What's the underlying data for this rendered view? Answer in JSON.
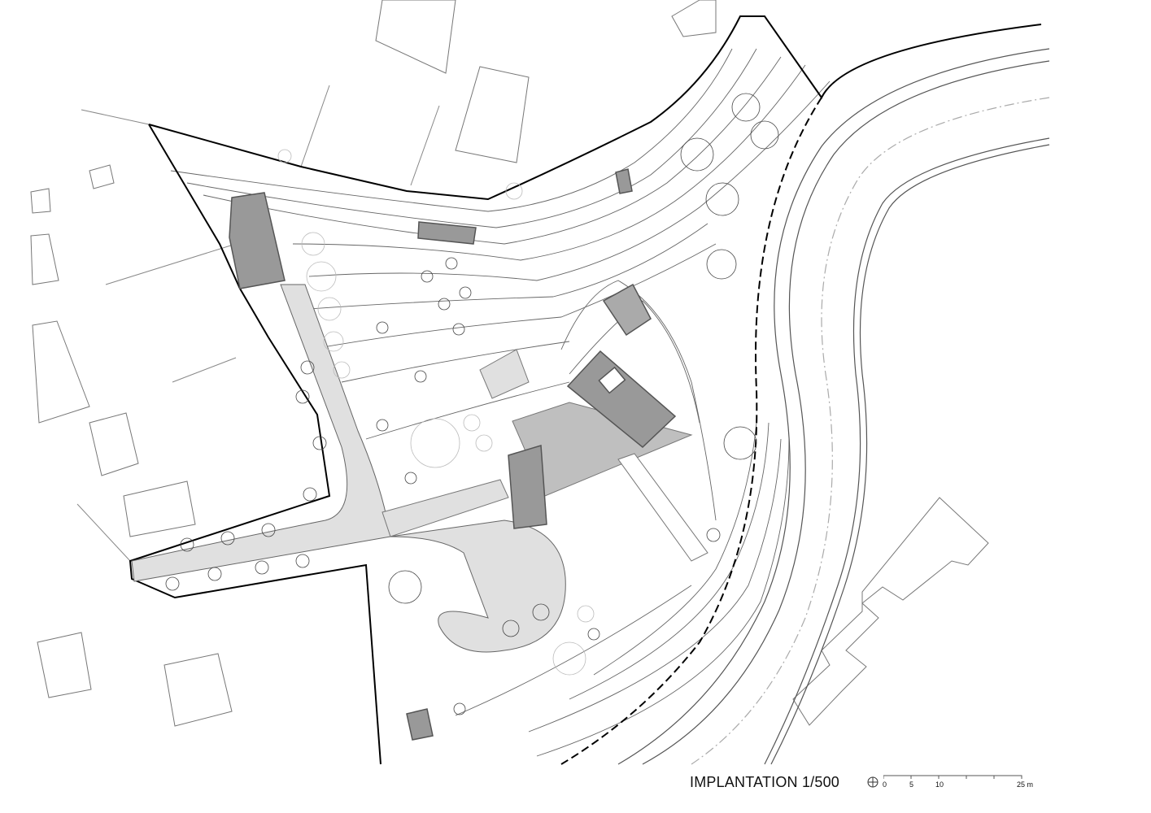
{
  "drawing": {
    "title": "IMPLANTATION 1/500",
    "type": "site plan",
    "north_symbol": "north-arrow-icon",
    "scale_bar": {
      "labels": [
        "0",
        "5",
        "10",
        "25 m"
      ],
      "unit": "m"
    },
    "colors": {
      "background": "#ffffff",
      "building_fill": "#999999",
      "building_stroke": "#555555",
      "road_fill": "#e0e0e0",
      "terrace_fill": "#bfbfbf",
      "line": "#555555",
      "boundary": "#000000",
      "vegetation": "#aaaaaa"
    }
  }
}
